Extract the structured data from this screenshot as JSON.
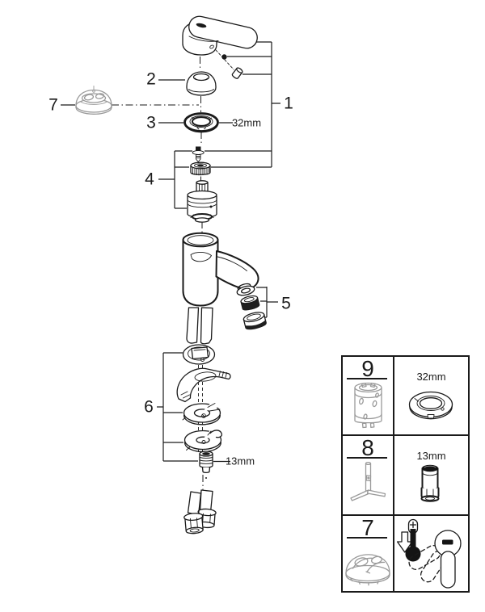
{
  "colors": {
    "ink": "#1a1a1a",
    "gray": "#9a9a9a",
    "background": "#ffffff"
  },
  "diagram": {
    "type": "exploded-parts-diagram",
    "subject": "single-lever basin faucet",
    "callouts": [
      {
        "id": "1",
        "label": "1"
      },
      {
        "id": "2",
        "label": "2"
      },
      {
        "id": "3",
        "label": "3"
      },
      {
        "id": "4",
        "label": "4"
      },
      {
        "id": "5",
        "label": "5"
      },
      {
        "id": "6",
        "label": "6"
      },
      {
        "id": "7",
        "label": "7"
      }
    ],
    "size_labels": {
      "ring": "32mm",
      "bolt": "13mm"
    },
    "parts_icons": [
      "lever-handle-icon",
      "dome-cap-icon",
      "escutcheon-ring-icon",
      "cartridge-icon",
      "aerator-icon",
      "mounting-set-icon",
      "temperature-limiter-icon",
      "flexible-hoses-icon"
    ]
  },
  "spare_parts_table": {
    "rows": [
      {
        "num": "9",
        "left_icon": "socket-tool-icon",
        "size": "32mm",
        "right_icon": "escutcheon-ring-icon"
      },
      {
        "num": "8",
        "left_icon": "mounting-wrench-icon",
        "size": "13mm",
        "right_icon": "socket-adapter-icon"
      },
      {
        "num": "7",
        "left_icon": "temperature-limiter-icon",
        "size": "",
        "right_icon": "cold-setting-handle-icon"
      }
    ]
  }
}
